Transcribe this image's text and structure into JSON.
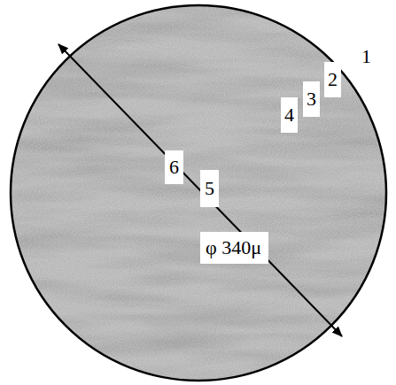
{
  "diagram": {
    "labels": [
      "1",
      "2",
      "3",
      "4",
      "6",
      "5",
      "φ 340μ"
    ]
  }
}
